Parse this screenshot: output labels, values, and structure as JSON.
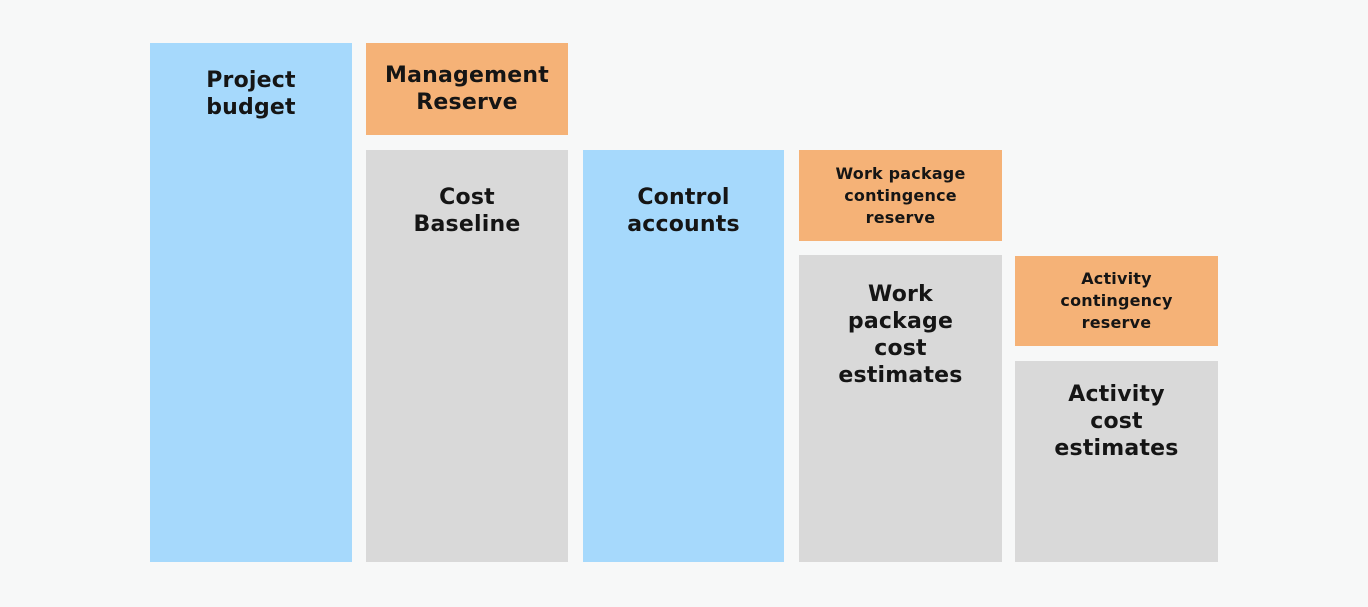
{
  "palette": {
    "background": "#f7f8f8",
    "blue": "#a6d9fc",
    "orange": "#f5b277",
    "gray": "#d9d9d9",
    "text": "#151515"
  },
  "diagram": {
    "boxes": [
      {
        "label": "Project\nbudget",
        "color": "blue"
      },
      {
        "label": "Management\nReserve",
        "color": "orange"
      },
      {
        "label": "Cost\nBaseline",
        "color": "gray"
      },
      {
        "label": "Control\naccounts",
        "color": "blue"
      },
      {
        "label": "Work package\ncontingence\nreserve",
        "color": "orange"
      },
      {
        "label": "Work\npackage\ncost\nestimates",
        "color": "gray"
      },
      {
        "label": "Activity\ncontingency\nreserve",
        "color": "orange"
      },
      {
        "label": "Activity\ncost\nestimates",
        "color": "gray"
      }
    ]
  }
}
